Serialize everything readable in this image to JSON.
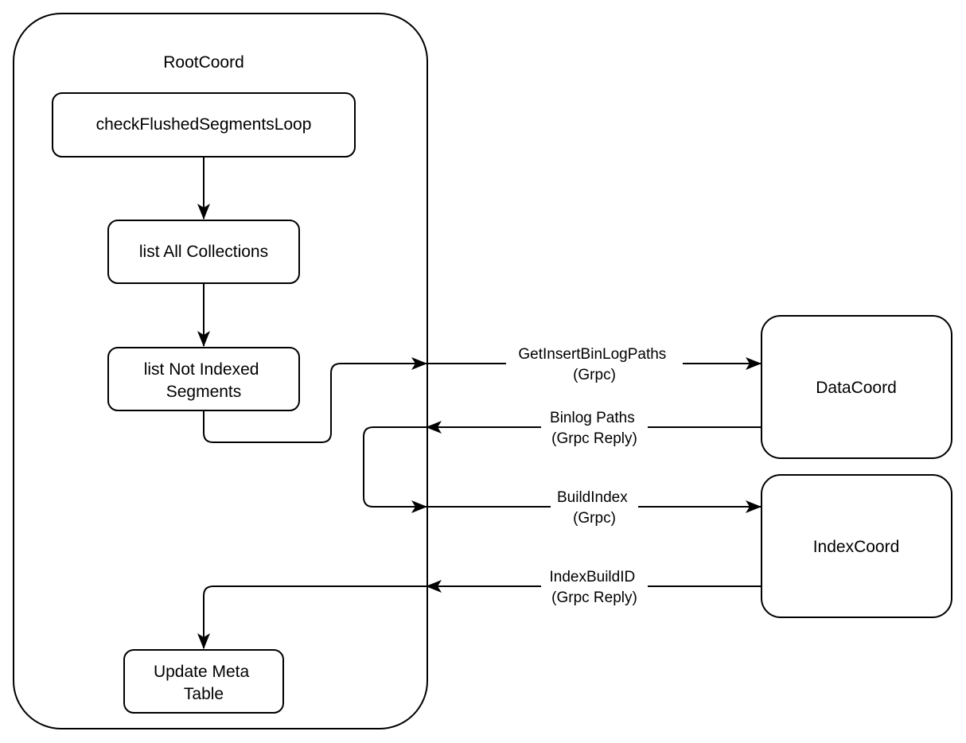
{
  "containers": {
    "rootcoord": {
      "title": "RootCoord"
    }
  },
  "nodes": {
    "check_flushed": {
      "lines": [
        "checkFlushedSegmentsLoop"
      ]
    },
    "list_collections": {
      "lines": [
        "list All Collections"
      ]
    },
    "list_not_indexed": {
      "lines": [
        "list Not Indexed",
        "Segments"
      ]
    },
    "update_meta": {
      "lines": [
        "Update Meta",
        "Table"
      ]
    },
    "datacoord": {
      "lines": [
        "DataCoord"
      ]
    },
    "indexcoord": {
      "lines": [
        "IndexCoord"
      ]
    }
  },
  "edges": {
    "get_insert_binlog": {
      "lines": [
        "GetInsertBinLogPaths",
        "(Grpc)"
      ]
    },
    "binlog_paths": {
      "lines": [
        "Binlog Paths",
        "(Grpc Reply)"
      ]
    },
    "build_index": {
      "lines": [
        "BuildIndex",
        "(Grpc)"
      ]
    },
    "index_build_id": {
      "lines": [
        "IndexBuildID",
        "(Grpc Reply)"
      ]
    }
  },
  "colors": {
    "stroke": "#000000",
    "fill": "#ffffff",
    "text": "#000000"
  }
}
